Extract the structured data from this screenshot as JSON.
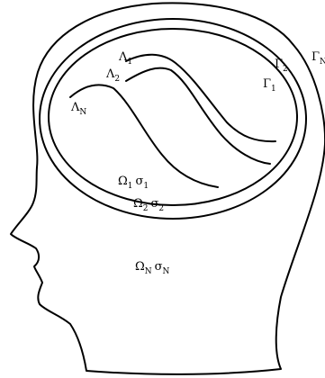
{
  "labels": {
    "lambda_1": {
      "sym": "Λ",
      "sub": "1"
    },
    "lambda_2": {
      "sym": "Λ",
      "sub": "2"
    },
    "lambda_N": {
      "sym": "Λ",
      "sub": "N"
    },
    "gamma_1": {
      "sym": "Γ",
      "sub": "1"
    },
    "gamma_2": {
      "sym": "Γ",
      "sub": "2"
    },
    "gamma_N": {
      "sym": "Γ",
      "sub": "N"
    },
    "omega_1": {
      "sym": "Ω",
      "sub": "1",
      "sym2": "σ",
      "sub2": "1"
    },
    "omega_2": {
      "sym": "Ω",
      "sub": "2",
      "sym2": "σ",
      "sub2": "2"
    },
    "omega_N": {
      "sym": "Ω",
      "sub": "N",
      "sym2": "σ",
      "sub2": "N"
    }
  }
}
